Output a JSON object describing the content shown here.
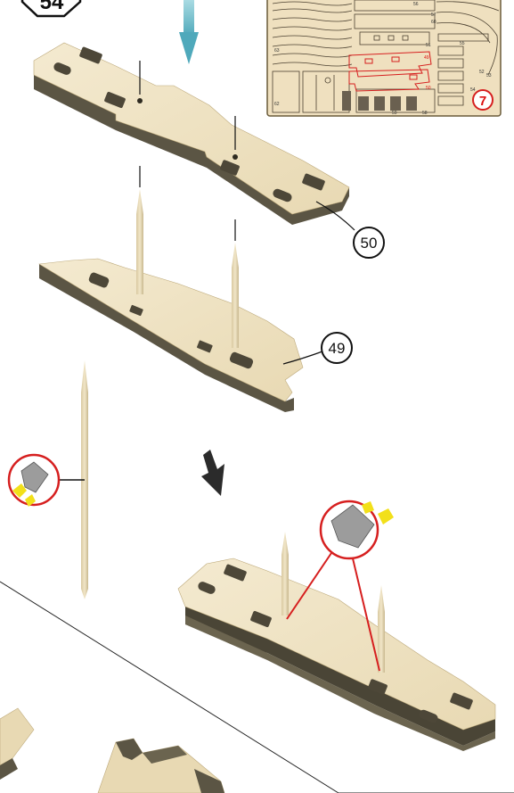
{
  "page": {
    "step_badge": "54"
  },
  "sheet": {
    "badge": "7",
    "labels": [
      "56",
      "60",
      "57",
      "55",
      "52",
      "51",
      "53",
      "50",
      "49",
      "54",
      "59",
      "58",
      "63",
      "62"
    ]
  },
  "callouts": [
    {
      "number": "50"
    },
    {
      "number": "49"
    }
  ],
  "colors": {
    "wood_top": "#efe3c4",
    "wood_side": "#5b5544",
    "arrow_blue": "#5ab4c4",
    "callout_red": "#d61f1f",
    "cutter_yellow": "#f2e01a"
  },
  "icons": [
    "down-arrow-icon",
    "cutter-icon"
  ]
}
